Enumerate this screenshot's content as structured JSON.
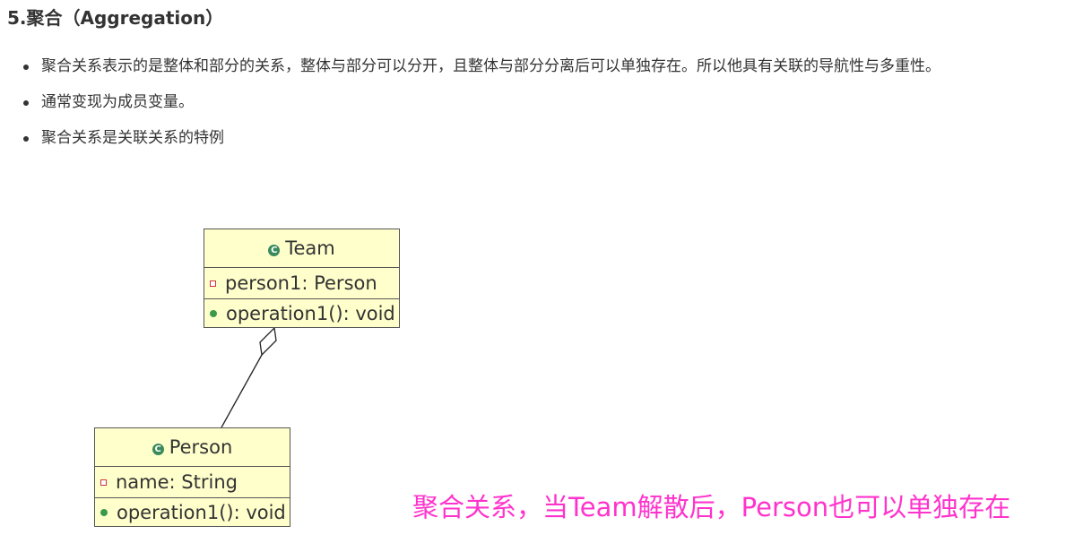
{
  "heading": "5.聚合（Aggregation）",
  "bullets": [
    {
      "text": "聚合关系表示的是整体和部分的关系，整体与部分可以分开，且整体与部分分离后可以单独存在。所以他具有关联的导航性与多重性。"
    },
    {
      "text": "通常变现为成员变量。"
    },
    {
      "text": "聚合关系是关联关系的特例"
    }
  ],
  "diagram": {
    "whole_class": {
      "name": "Team",
      "attribute": "person1: Person",
      "operation": "operation1(): void"
    },
    "part_class": {
      "name": "Person",
      "attribute": "name: String",
      "operation": "operation1(): void"
    },
    "relationship": "aggregation",
    "icons": {
      "class_icon": "class-icon",
      "attribute_icon": "private-field-icon",
      "operation_icon": "public-method-icon"
    }
  },
  "annotation": {
    "text": "聚合关系，当Team解散后，Person也可以单独存在",
    "color": "#ff33cc"
  },
  "colors": {
    "class_fill": "#ffffcc",
    "class_border": "#555555",
    "text": "#333333"
  }
}
